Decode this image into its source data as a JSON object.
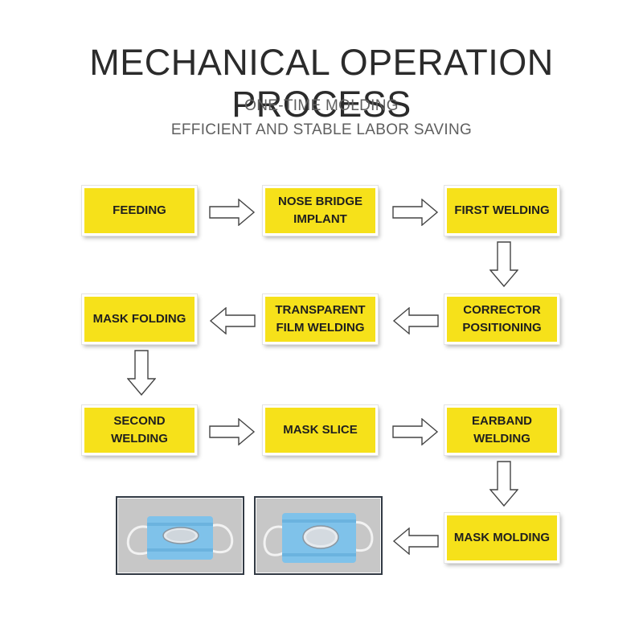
{
  "header": {
    "title": "MECHANICAL OPERATION PROCESS",
    "subtitle_1": "ONE-TIME MOLDING",
    "subtitle_2": "EFFICIENT AND STABLE LABOR SAVING"
  },
  "steps": [
    {
      "id": "feeding",
      "label": "FEEDING"
    },
    {
      "id": "nose-bridge-implant",
      "label": "NOSE BRIDGE\nIMPLANT"
    },
    {
      "id": "first-welding",
      "label": "FIRST WELDING"
    },
    {
      "id": "corrector-positioning",
      "label": "CORRECTOR\nPOSITIONING"
    },
    {
      "id": "transparent-film-welding",
      "label": "TRANSPARENT\nFILM WELDING"
    },
    {
      "id": "mask-folding",
      "label": "MASK FOLDING"
    },
    {
      "id": "second-welding",
      "label": "SECOND\nWELDING"
    },
    {
      "id": "mask-slice",
      "label": "MASK SLICE"
    },
    {
      "id": "earband-welding",
      "label": "EARBAND\nWELDING"
    },
    {
      "id": "mask-molding",
      "label": "MASK MOLDING"
    }
  ],
  "colors": {
    "box_fill": "#f6e11a",
    "arrow_fill": "#ffffff",
    "arrow_stroke": "#444444",
    "title_text": "#2b2b2b",
    "subtitle_text": "#5f5f5f"
  },
  "photos": [
    {
      "id": "mask-photo-1",
      "icon": "face-mask-with-window"
    },
    {
      "id": "mask-photo-2",
      "icon": "face-mask-with-window"
    }
  ]
}
